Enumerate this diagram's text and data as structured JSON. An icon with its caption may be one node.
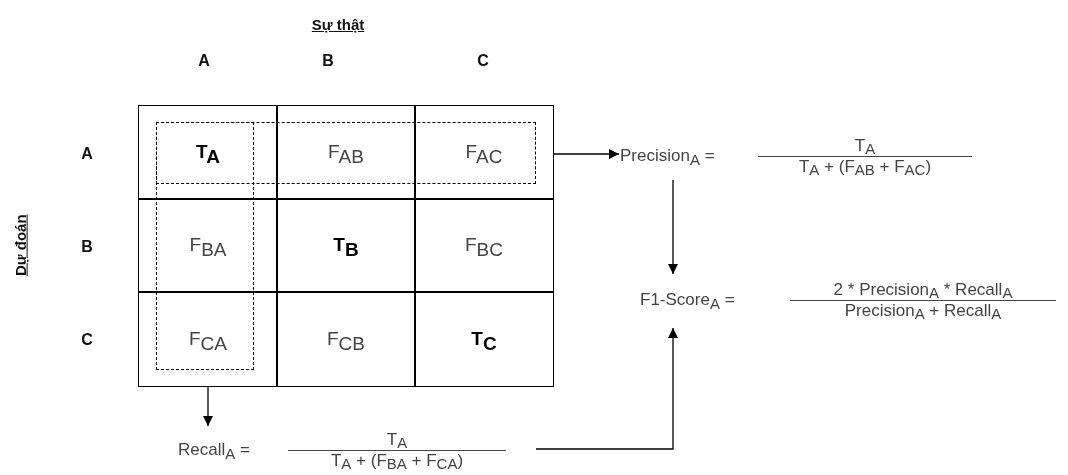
{
  "diagram": {
    "nodes": [
      {
        "text": [
          "T$_{A}$"
        ]
      },
      {
        "text": [
          "F$_{AB}$"
        ]
      },
      {
        "text": [
          "F$_{AC}$"
        ]
      },
      {
        "text": [
          "F$_{BA}$"
        ]
      },
      {
        "text": [
          "T$_{B}$"
        ]
      },
      {
        "text": [
          "F$_{BC}$"
        ]
      },
      {
        "text": [
          "F$_{CA}$"
        ]
      },
      {
        "text": [
          "F$_{CB}$"
        ]
      },
      {
        "text": [
          "T$_{C}$"
        ]
      },
      {
        "text": [],
        "shape": "box"
      },
      {
        "text": [],
        "shape": "box"
      },
      {
        "text": [
          "Precision$_{A}$ =",
          "T$_{A}$",
          "T$_{A}$ + (F$_{AB}$ + F$_{AC}$)"
        ]
      },
      {
        "text": [
          "F1-Score$_{A}$ =",
          "2 * Precision$_{A}$ * Recall$_{A}$",
          "Precision$_{A}$ + Recall$_{A}$"
        ]
      },
      {
        "text": [
          "Recall$_{A}$ =",
          "T$_{A}$",
          "T$_{A}$ + (F$_{BA}$ + F$_{CA}$)"
        ]
      }
    ],
    "edges": [
      {
        "from": 2,
        "to": 11,
        "arrow": "to"
      },
      {
        "from": 11,
        "to": 12,
        "arrow": "to"
      },
      {
        "from": 6,
        "to": 13,
        "arrow": "to"
      },
      {
        "from": 13,
        "to": 12,
        "arrow": "to"
      }
    ],
    "labels": [
      "Sự thật",
      "A",
      "B",
      "C",
      "A",
      "B",
      "C",
      "Dự đoán"
    ]
  }
}
